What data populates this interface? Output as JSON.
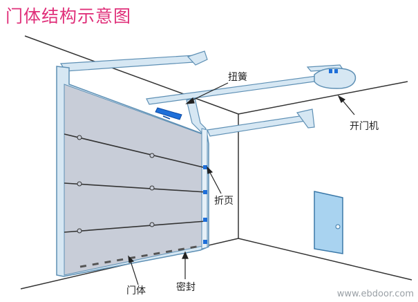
{
  "title": "门体结构示意图",
  "labels": {
    "torsion_spring": "扭簧",
    "door_opener": "开门机",
    "hinge": "折页",
    "door_body": "门体",
    "seal": "密封"
  },
  "watermark": "www.ebdoor.com",
  "colors": {
    "title": "#e0307a",
    "door_panel": "#c8cdd8",
    "rail": "#d6e7f3",
    "rail_stroke": "#5d8fb4",
    "spring": "#1e6fd9",
    "hinge": "#1e6fd9",
    "side_door": "#a9d3f0"
  }
}
